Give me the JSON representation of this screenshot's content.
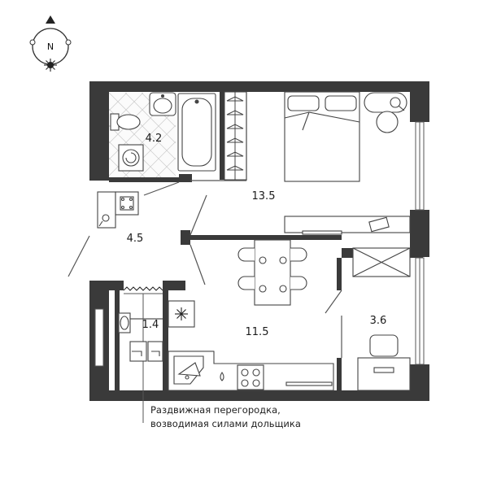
{
  "compass": {
    "letter": "N"
  },
  "rooms": [
    {
      "id": "bathroom",
      "area": "4.2"
    },
    {
      "id": "bedroom",
      "area": "13.5"
    },
    {
      "id": "hallway",
      "area": "4.5"
    },
    {
      "id": "wc",
      "area": "1.4"
    },
    {
      "id": "kitchen",
      "area": "11.5"
    },
    {
      "id": "balcony",
      "area": "3.6"
    }
  ],
  "note": {
    "line1": "Раздвижная перегородка,",
    "line2": "возводимая силами дольщика"
  },
  "colors": {
    "wall": "#3a3a3a",
    "line": "#555555",
    "tile": "#cfcfcf",
    "text": "#1a1a1a"
  }
}
